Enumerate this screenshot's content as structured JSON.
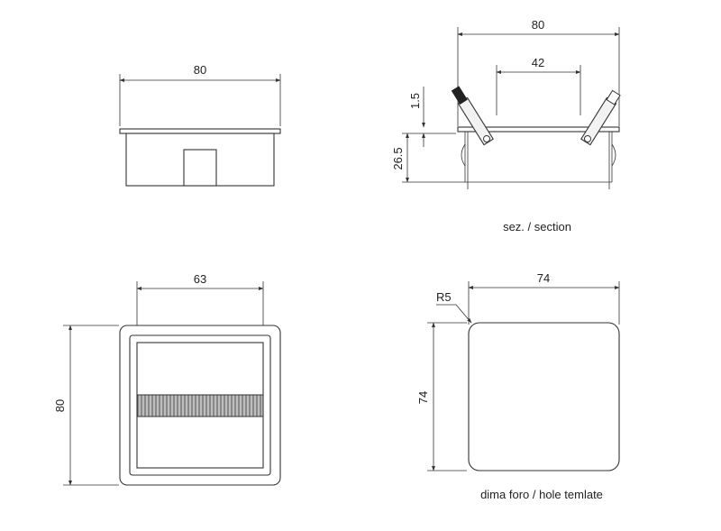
{
  "side_view": {
    "width_label": "80"
  },
  "section_view": {
    "outer_width_label": "80",
    "inner_width_label": "42",
    "lip_height_label": "1.5",
    "depth_label": "26.5",
    "caption": "sez. / section"
  },
  "top_view": {
    "inner_width_label": "63",
    "height_label": "80"
  },
  "template_view": {
    "width_label": "74",
    "height_label": "74",
    "radius_label": "R5",
    "caption": "dima foro / hole temlate"
  }
}
